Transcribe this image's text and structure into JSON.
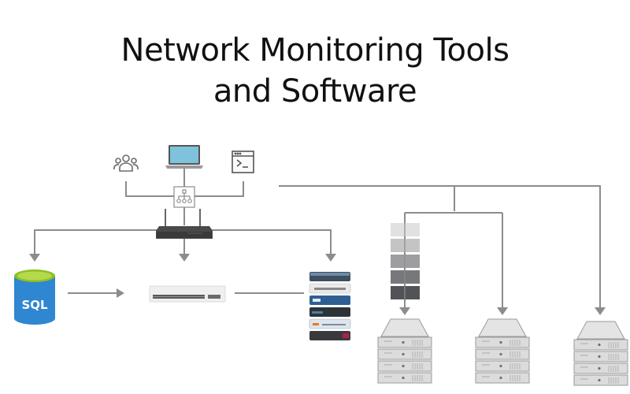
{
  "title": {
    "line1": "Network Monitoring Tools",
    "line2": "and Software"
  },
  "nodes": {
    "users": {
      "icon": "users-icon"
    },
    "laptop": {
      "icon": "laptop-icon"
    },
    "terminal": {
      "icon": "terminal-icon"
    },
    "hub": {
      "icon": "network-hub-icon"
    },
    "router": {
      "icon": "wireless-router-icon"
    },
    "database": {
      "icon": "sql-database-icon",
      "label": "SQL"
    },
    "switch": {
      "icon": "network-switch-icon"
    },
    "appliances": {
      "icon": "appliance-stack-icon",
      "count": 6
    },
    "storage_bar": {
      "icon": "storage-gradient-icon",
      "segments": 5
    },
    "servers": [
      {
        "icon": "server-rack-icon"
      },
      {
        "icon": "server-rack-icon"
      },
      {
        "icon": "server-rack-icon"
      }
    ]
  },
  "colors": {
    "connector": "#8c8c8c",
    "sql_blue": "#2f86d1",
    "sql_top": "#a6cf2e",
    "router_body": "#4a4a4a"
  }
}
